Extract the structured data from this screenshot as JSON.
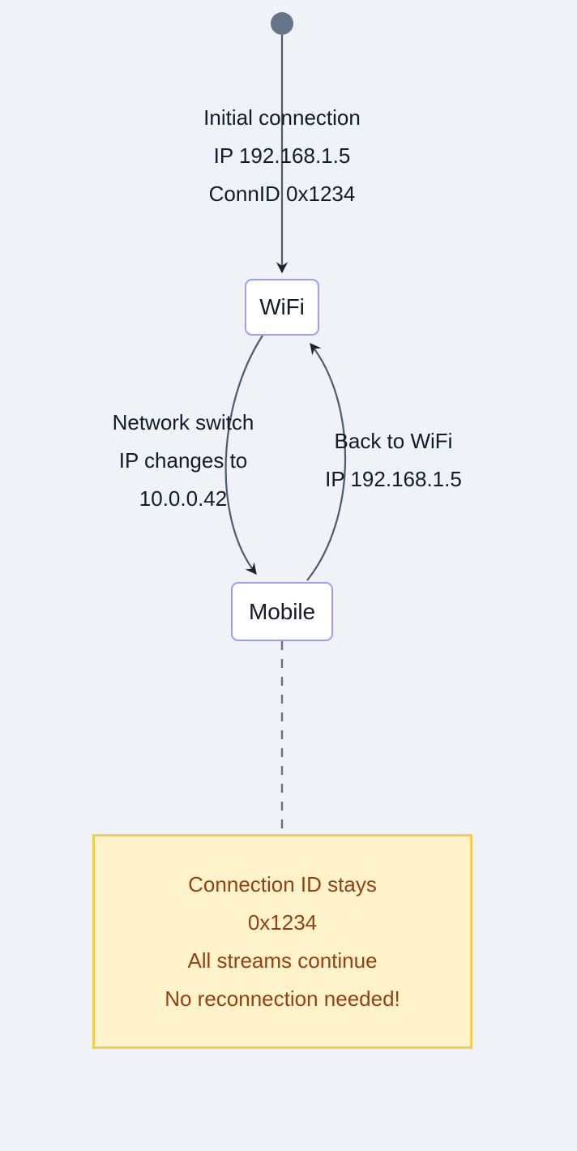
{
  "diagram": {
    "type": "state-flow",
    "background_color": "#eff2f7",
    "start_node": {
      "name": "start-point",
      "color": "#647489"
    },
    "nodes": [
      {
        "id": "wifi",
        "label": "WiFi",
        "fill": "#ffffff",
        "stroke": "#9d9df3",
        "text_color": "#131a2b"
      },
      {
        "id": "mobile",
        "label": "Mobile",
        "fill": "#ffffff",
        "stroke": "#9d9df3",
        "text_color": "#131a2b"
      }
    ],
    "edges": [
      {
        "id": "start-to-wifi",
        "from": "start",
        "to": "wifi",
        "style": "solid-arrow",
        "color": "#4e5a6e",
        "label_lines": [
          "Initial connection",
          "IP 192.168.1.5",
          "ConnID 0x1234"
        ]
      },
      {
        "id": "wifi-to-mobile",
        "from": "wifi",
        "to": "mobile",
        "style": "curved-solid-arrow",
        "color": "#4e5a6e",
        "label_lines": [
          "Network switch",
          "IP changes to",
          "10.0.0.42"
        ]
      },
      {
        "id": "mobile-to-wifi",
        "from": "mobile",
        "to": "wifi",
        "style": "curved-solid-arrow",
        "color": "#4e5a6e",
        "label_lines": [
          "Back to WiFi",
          "IP 192.168.1.5"
        ]
      },
      {
        "id": "mobile-to-note",
        "from": "mobile",
        "to": "note",
        "style": "dashed",
        "color": "#647489",
        "label_lines": []
      }
    ],
    "note": {
      "id": "note-connection-id",
      "fill": "#fff3cc",
      "stroke": "#f6cd4c",
      "text_color": "#97400f",
      "lines": [
        "Connection ID stays",
        "0x1234",
        "All streams continue",
        "No reconnection needed!"
      ]
    }
  }
}
